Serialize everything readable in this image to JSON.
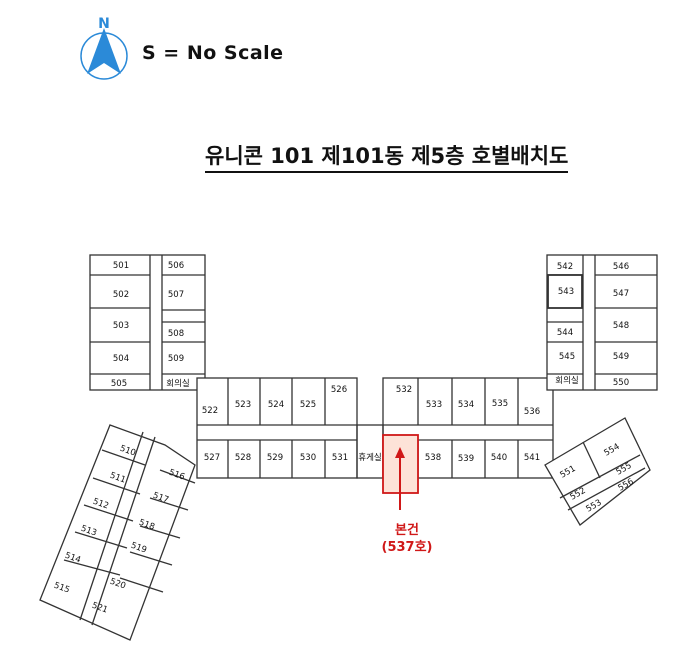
{
  "legend": {
    "north_label": "N",
    "scale_text": "S = No Scale"
  },
  "title": "유니콘 101 제101동 제5층 호별배치도",
  "highlight": {
    "label": "본건",
    "unit": "(537호)",
    "color": "#d01818",
    "fill": "#fde3d8"
  },
  "rooms": {
    "r501": "501",
    "r502": "502",
    "r503": "503",
    "r504": "504",
    "r505": "505",
    "r506": "506",
    "r507": "507",
    "r508": "508",
    "r509": "509",
    "r510": "510",
    "r511": "511",
    "r512": "512",
    "r513": "513",
    "r514": "514",
    "r515": "515",
    "r516": "516",
    "r517": "517",
    "r518": "518",
    "r519": "519",
    "r520": "520",
    "r521": "521",
    "r522": "522",
    "r523": "523",
    "r524": "524",
    "r525": "525",
    "r526": "526",
    "r527": "527",
    "r528": "528",
    "r529": "529",
    "r530": "530",
    "r531": "531",
    "r532": "532",
    "r533": "533",
    "r534": "534",
    "r535": "535",
    "r536": "536",
    "r538": "538",
    "r539": "539",
    "r540": "540",
    "r541": "541",
    "r542": "542",
    "r543": "543",
    "r544": "544",
    "r545": "545",
    "r546": "546",
    "r547": "547",
    "r548": "548",
    "r549": "549",
    "r550": "550",
    "r551": "551",
    "r552": "552",
    "r553": "553",
    "r554": "554",
    "r555": "555",
    "r556": "556"
  },
  "facilities": {
    "meeting_left": "회의실",
    "meeting_right": "회의실",
    "lounge": "휴게실"
  }
}
